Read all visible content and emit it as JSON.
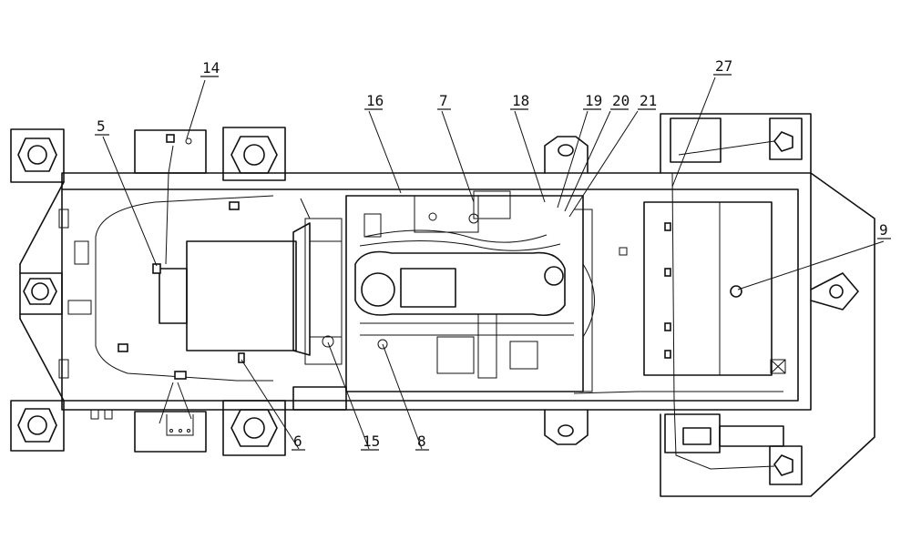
{
  "callouts": [
    "14",
    "5",
    "16",
    "7",
    "18",
    "19",
    "20",
    "21",
    "27",
    "9",
    "6",
    "15",
    "8"
  ]
}
